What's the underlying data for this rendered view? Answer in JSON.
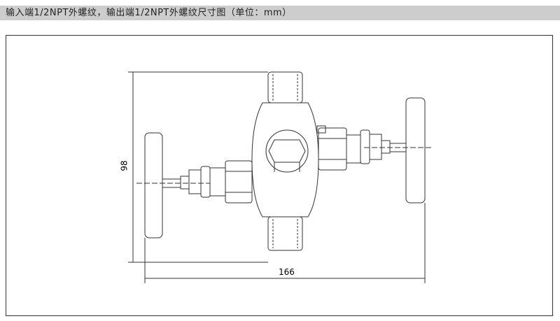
{
  "header": {
    "title": "输入端1/2NPT外螺纹，输出端1/2NPT外螺纹尺寸图（单位：mm）"
  },
  "drawing": {
    "height_dim": "98",
    "width_dim": "166"
  }
}
